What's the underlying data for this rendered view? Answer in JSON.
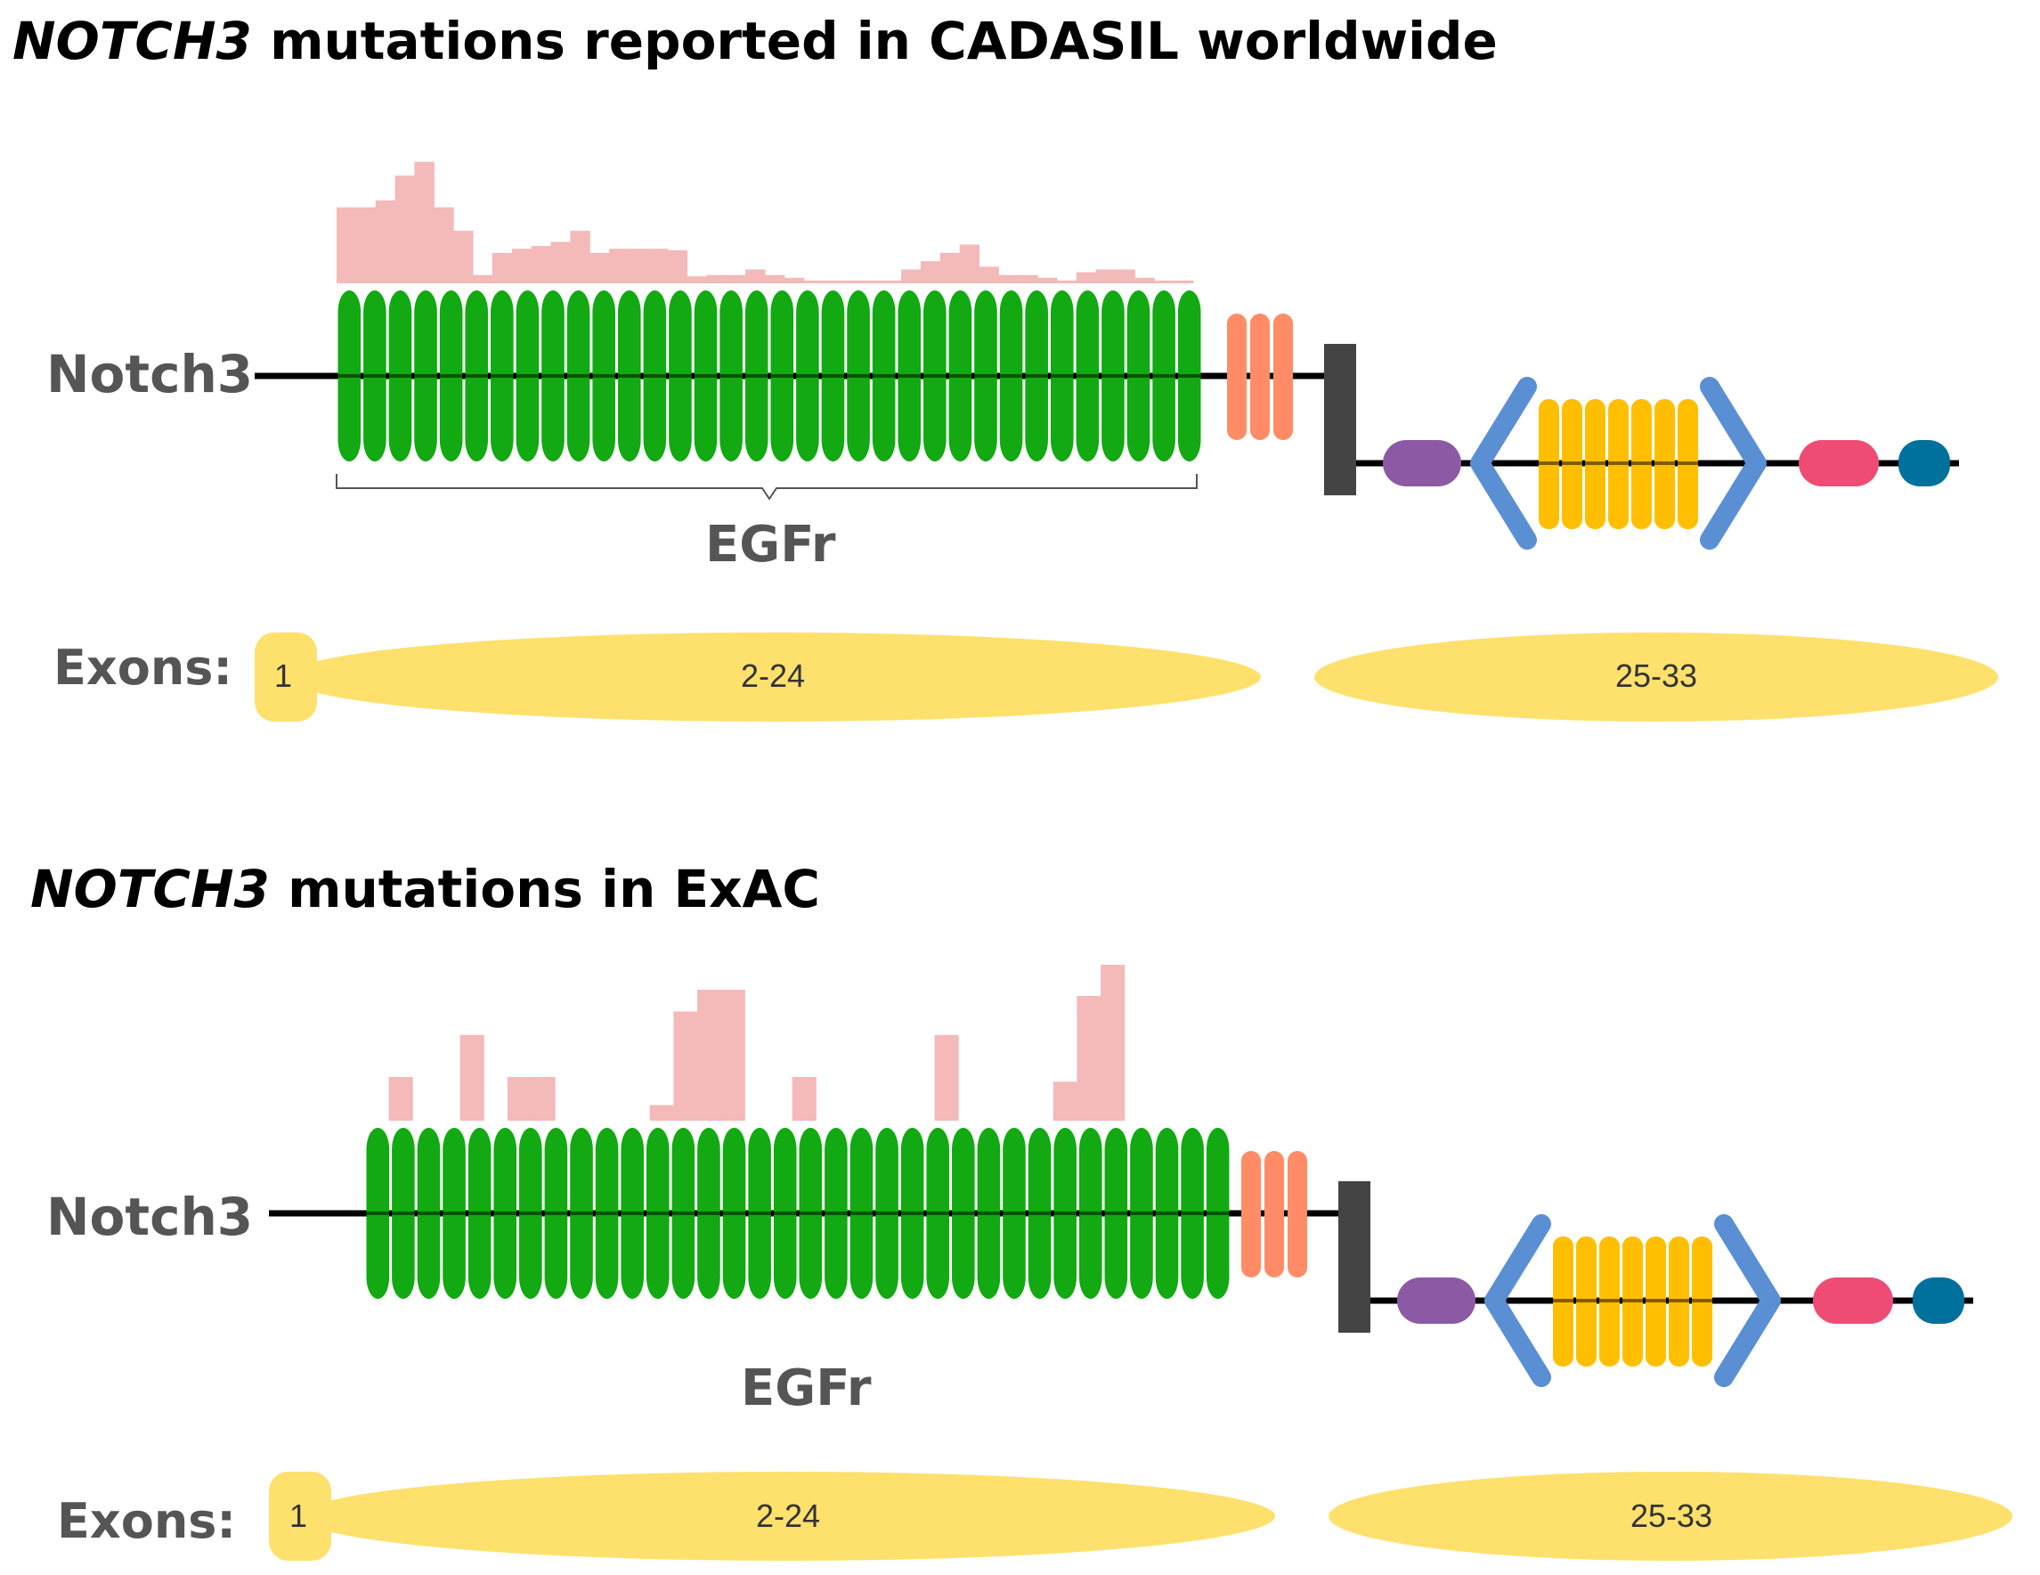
{
  "colors": {
    "egf_repeat": "#12a912",
    "lnr_repeat": "#ff8c66",
    "transmembrane": "#444444",
    "ram": "#8c5aa5",
    "ankyrin": "#ffbf00",
    "ankyrin_bracket": "#5b8fd4",
    "nls_pest": "#ee4c75",
    "c_terminal": "#00709c",
    "histogram": "#f4b9b9",
    "exon": "#fde16c",
    "backbone": "#000000"
  },
  "icons": [
    "egf-repeat-shape",
    "lnr-repeat-shape",
    "transmembrane-bar",
    "ram-domain-pill",
    "ankyrin-bracket",
    "pest-domain-pill",
    "terminal-domain-pill"
  ],
  "panels": [
    {
      "title_italic": "NOTCH3",
      "title_rest": " mutations reported in CADASIL worldwide",
      "protein_label": "Notch3",
      "egfr_label": "EGFr",
      "egfr_brace": true,
      "exons_label": "Exons:",
      "exons": [
        "1",
        "2-24",
        "25-33"
      ],
      "egf_repeat_count": 34,
      "lnr_repeat_count": 3,
      "ankyrin_repeat_count": 7,
      "histogram": [
        0.55,
        0.55,
        0.6,
        0.78,
        0.88,
        0.55,
        0.38,
        0.06,
        0.22,
        0.25,
        0.27,
        0.3,
        0.38,
        0.22,
        0.25,
        0.25,
        0.25,
        0.24,
        0.05,
        0.06,
        0.06,
        0.1,
        0.06,
        0.04,
        0.02,
        0.02,
        0.02,
        0.02,
        0.02,
        0.1,
        0.16,
        0.22,
        0.28,
        0.12,
        0.06,
        0.06,
        0.04,
        0.02,
        0.08,
        0.1,
        0.1,
        0.04,
        0.02,
        0.02
      ]
    },
    {
      "title_italic": "NOTCH3",
      "title_rest": " mutations in ExAC",
      "protein_label": "Notch3",
      "egfr_label": "EGFr",
      "egfr_brace": false,
      "exons_label": "Exons:",
      "exons": [
        "1",
        "2-24",
        "25-33"
      ],
      "egf_repeat_count": 34,
      "lnr_repeat_count": 3,
      "ankyrin_repeat_count": 7,
      "histogram": [
        0,
        0.28,
        0,
        0,
        0.55,
        0,
        0.28,
        0.28,
        0,
        0,
        0,
        0,
        0.1,
        0.7,
        0.84,
        0.84,
        0,
        0,
        0.28,
        0,
        0,
        0,
        0,
        0,
        0.55,
        0,
        0,
        0,
        0,
        0.25,
        0.8,
        1.0,
        0,
        0
      ]
    }
  ]
}
